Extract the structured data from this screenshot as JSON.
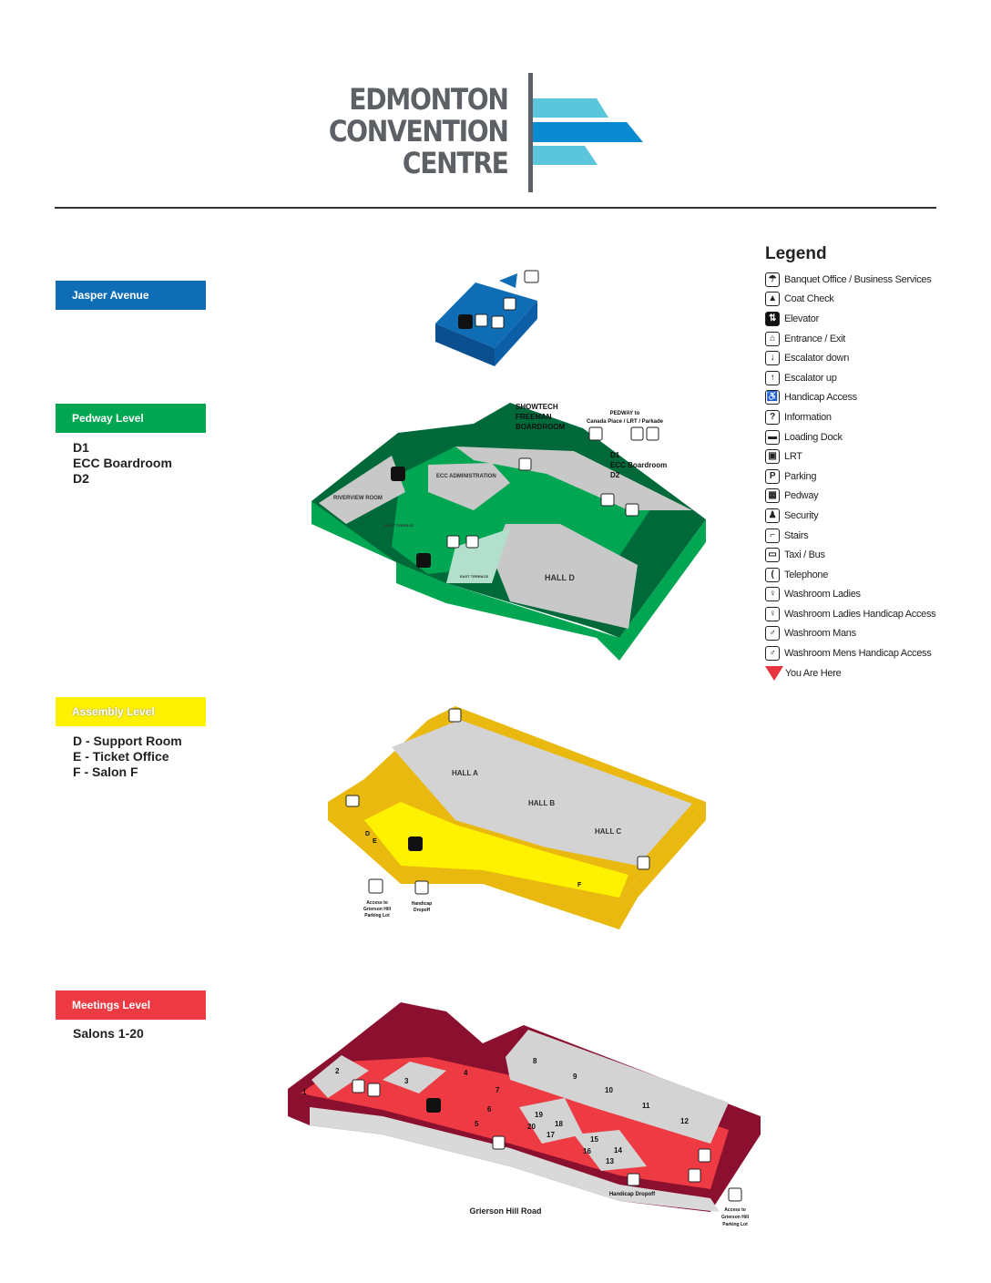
{
  "logo": {
    "line1": "EDMONTON",
    "line2": "CONVENTION",
    "line3": "CENTRE",
    "colors": {
      "light": "#5bc5dc",
      "dark": "#0a8ad0",
      "grey": "#5d6165"
    }
  },
  "levels": {
    "jasper": {
      "label": "Jasper Avenue",
      "color": "#0f6db5"
    },
    "pedway": {
      "label": "Pedway Level",
      "color": "#00a651",
      "rooms": [
        "D1",
        "ECC Boardroom",
        "D2"
      ],
      "map": {
        "showtech": "SHOWTECH",
        "freeman": "FREEMAN",
        "boardroom": "BOARDROOM",
        "pedway_to": "PEDWAY to",
        "pedway_dest": "Canada Place / LRT / Parkade",
        "d1": "D1",
        "ecc_boardroom": "ECC Boardroom",
        "d2": "D2",
        "ecc_admin": "ECC ADMINISTRATION",
        "riverview": "RIVERVIEW ROOM",
        "west_terrace": "WEST TERRACE",
        "east_terrace": "EAST TERRACE",
        "hall_d": "HALL D"
      }
    },
    "assembly": {
      "label": "Assembly Level",
      "color": "#fff200",
      "rooms": [
        "D -  Support Room",
        "E -  Ticket Office",
        "F -  Salon F"
      ],
      "map": {
        "hall_a": "HALL A",
        "hall_b": "HALL B",
        "hall_c": "HALL C",
        "d": "D",
        "e": "E",
        "f": "F",
        "access1": "Access to",
        "access2": "Grierson Hill",
        "access3": "Parking Lot",
        "handicap1": "Handicap",
        "handicap2": "Dropoff"
      }
    },
    "meetings": {
      "label": "Meetings Level",
      "color": "#ee3a43",
      "rooms": [
        "Salons  1-20"
      ],
      "map": {
        "salons": [
          "1",
          "2",
          "3",
          "4",
          "5",
          "6",
          "7",
          "8",
          "9",
          "10",
          "11",
          "12",
          "13",
          "14",
          "15",
          "16",
          "17",
          "18",
          "19",
          "20"
        ],
        "handicap_dropoff": "Handicap Dropoff",
        "road": "Grierson Hill Road",
        "access1": "Access to",
        "access2": "Grierson Hill",
        "access3": "Parking Lot"
      }
    }
  },
  "legend": {
    "title": "Legend",
    "items": [
      {
        "icon": "banquet-office-icon",
        "glyph": "☂",
        "label": "Banquet Office / Business Services"
      },
      {
        "icon": "coat-check-icon",
        "glyph": "▲",
        "label": "Coat Check"
      },
      {
        "icon": "elevator-icon",
        "glyph": "⇅",
        "label": "Elevator"
      },
      {
        "icon": "entrance-exit-icon",
        "glyph": "⌂",
        "label": "Entrance / Exit"
      },
      {
        "icon": "escalator-down-icon",
        "glyph": "↓",
        "label": "Escalator down"
      },
      {
        "icon": "escalator-up-icon",
        "glyph": "↑",
        "label": "Escalator up"
      },
      {
        "icon": "handicap-access-icon",
        "glyph": "♿",
        "label": "Handicap Access"
      },
      {
        "icon": "information-icon",
        "glyph": "?",
        "label": "Information"
      },
      {
        "icon": "loading-dock-icon",
        "glyph": "▬",
        "label": "Loading Dock"
      },
      {
        "icon": "lrt-icon",
        "glyph": "▣",
        "label": "LRT"
      },
      {
        "icon": "parking-icon",
        "glyph": "P",
        "label": "Parking"
      },
      {
        "icon": "pedway-icon",
        "glyph": "▦",
        "label": "Pedway"
      },
      {
        "icon": "security-icon",
        "glyph": "♟",
        "label": "Security"
      },
      {
        "icon": "stairs-icon",
        "glyph": "⌐",
        "label": "Stairs"
      },
      {
        "icon": "taxi-bus-icon",
        "glyph": "▭",
        "label": "Taxi / Bus"
      },
      {
        "icon": "telephone-icon",
        "glyph": "(",
        "label": "Telephone"
      },
      {
        "icon": "washroom-ladies-icon",
        "glyph": "♀",
        "label": "Washroom Ladies"
      },
      {
        "icon": "washroom-ladies-handicap-icon",
        "glyph": "♀",
        "label": "Washroom Ladies Handicap Access"
      },
      {
        "icon": "washroom-mens-icon",
        "glyph": "♂",
        "label": "Washroom Mans"
      },
      {
        "icon": "washroom-mens-handicap-icon",
        "glyph": "♂",
        "label": "Washroom Mens Handicap Access"
      },
      {
        "icon": "you-are-here-icon",
        "glyph": "",
        "label": "You Are Here"
      }
    ]
  }
}
